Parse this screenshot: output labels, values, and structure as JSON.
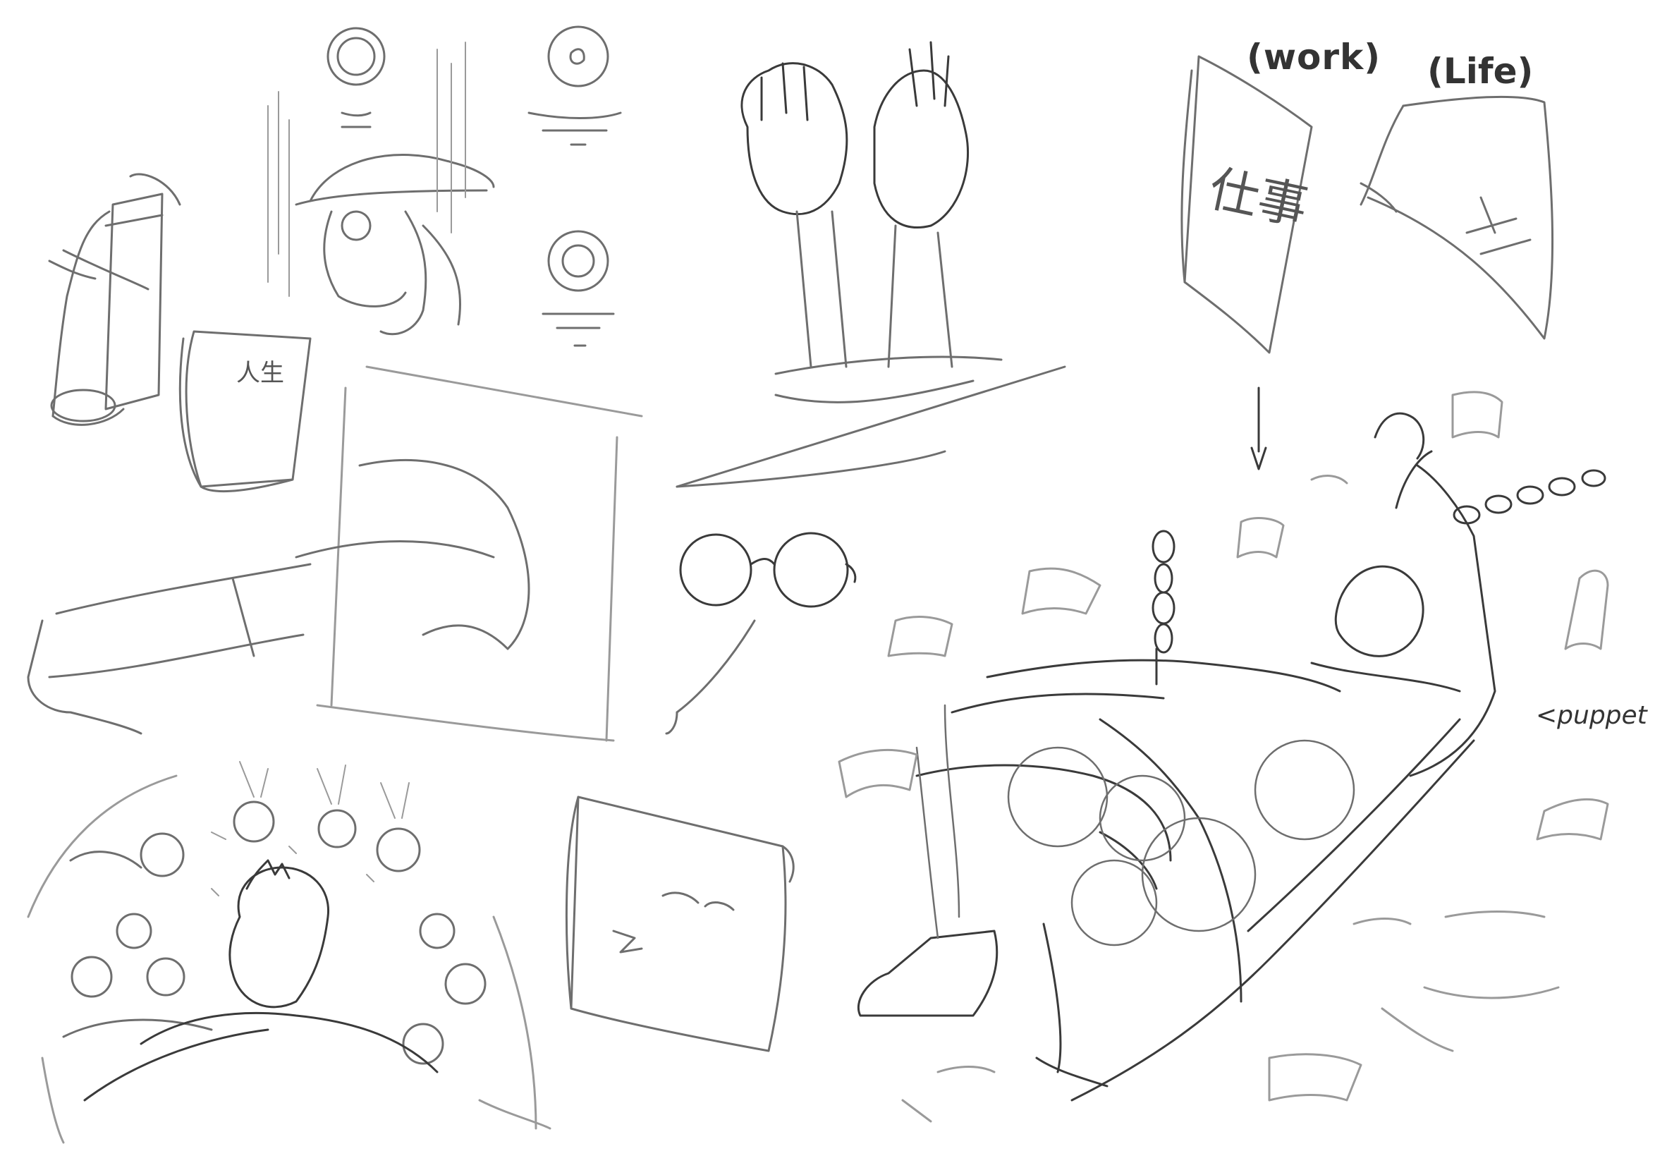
{
  "labels": {
    "work": "(work)",
    "life": "(Life)",
    "puppet": "<puppet",
    "paper_kanji_work": "仕事",
    "paper_kanji_life": "人生"
  },
  "colors": {
    "background": "#ffffff",
    "ink_dark": "#3a3a3a",
    "ink_mid": "#6e6e6e",
    "ink_light": "#9a9a9a"
  },
  "icons": {
    "scroll": "rolled-paper-scroll-sketch",
    "glasses": "round-glasses-sketch",
    "chain": "chain-sketch",
    "coin": "coin-sketch"
  }
}
